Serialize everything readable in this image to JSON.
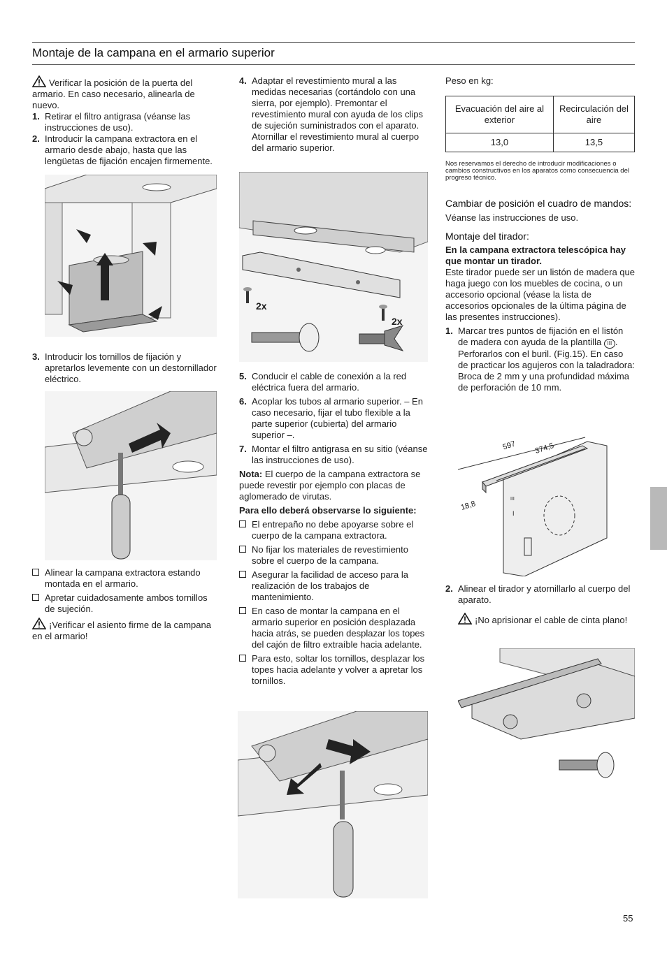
{
  "header": {
    "title": "Montaje de la campana en el armario superior"
  },
  "col1": {
    "warning1": "Verificar la posición de la puerta del armario. En caso necesario, alinearla de nuevo.",
    "steps": [
      {
        "num": "1.",
        "text": "Retirar el filtro antigrasa (véanse las instrucciones de uso)."
      },
      {
        "num": "2.",
        "text": "Introducir la campana extractora en el armario desde abajo, hasta que las lengüetas de fijación encajen firmemente."
      },
      {
        "num": "3.",
        "text": "Introducir los tornillos de fijación y apretarlos levemente con un destornillador eléctrico."
      }
    ],
    "checks": [
      "Alinear la campana extractora estando montada en el armario.",
      "Apretar cuidadosamente ambos tornillos de sujeción."
    ],
    "warning2": "¡Verificar el asiento firme de la campana en el armario!"
  },
  "col2": {
    "step4_num": "4.",
    "step4": "Adaptar el revestimiento mural a las medidas necesarias (cortándolo con una sierra, por ejemplo). Premontar el revestimiento mural con ayuda de los clips de sujeción suministrados con el aparato. Atornillar el revestimiento mural al cuerpo del armario superior.",
    "fig_label_2x_a": "2x",
    "fig_label_2x_b": "2x",
    "steps": [
      {
        "num": "5.",
        "text": "Conducir el cable de conexión a la red eléctrica fuera del armario."
      },
      {
        "num": "6.",
        "text": "Acoplar los tubos al armario superior. – En caso necesario, fijar el tubo flexible a la parte superior (cubierta) del armario superior –."
      },
      {
        "num": "7.",
        "text": "Montar el filtro antigrasa en su sitio (véanse las instrucciones de uso)."
      }
    ],
    "note_label": "Nota:",
    "note_text": " El cuerpo de la campana extractora se puede revestir por ejemplo con placas de aglomerado de virutas.",
    "observe": "Para ello deberá observarse lo siguiente:",
    "checks": [
      "El entrepaño no debe apoyarse sobre el cuerpo de la campana extractora.",
      "No fijar los materiales de revestimiento sobre el cuerpo de la campana.",
      "Asegurar la facilidad de acceso para la realización de los trabajos de mantenimiento.",
      "En caso de montar la campana en el armario superior en posición desplazada hacia atrás, se pueden desplazar los topes del cajón de filtro extraíble hacia adelante.",
      "Para esto, soltar los tornillos, desplazar los topes hacia adelante y volver a apretar los tornillos."
    ]
  },
  "col3": {
    "weight_label": "Peso en kg:",
    "table": {
      "headers": [
        "Evacuación del aire al exterior",
        "Recirculación del aire"
      ],
      "values": [
        "13,0",
        "13,5"
      ]
    },
    "disclaimer": "Nos reservamos el derecho de introducir modificaciones o cambios constructivos en los aparatos como consecuencia del progreso técnico.",
    "section1_title": "Cambiar de posición el cuadro de mandos:",
    "section1_text": "Véanse las instrucciones de uso.",
    "section2_title": "Montaje del tirador:",
    "section2_subtitle": "En la campana extractora telescópica hay que montar un tirador.",
    "section2_text": "Este tirador puede ser un listón de madera que haga juego con los muebles de cocina, o un accesorio opcional (véase la lista de accesorios opcionales de la última página de las presentes instrucciones).",
    "step1_num": "1.",
    "step1_a": "Marcar tres puntos de fijación en el listón de madera con ayuda de la plantilla ",
    "step1_symbol": "III",
    "step1_b": ". Perforarlos con el buril. (Fig.15). En caso de practicar los agujeros con la taladradora: Broca de 2 mm y una profundidad máxima de perforación de 10 mm.",
    "dims": {
      "d1": "597",
      "d2": "374,5",
      "d3": "18,8",
      "mark3": "III",
      "mark1": "I"
    },
    "step2_num": "2.",
    "step2": "Alinear el tirador y atornillarlo al cuerpo del aparato.",
    "warning": "¡No aprisionar el cable de cinta plano!"
  },
  "footer": {
    "page_number": "55"
  }
}
